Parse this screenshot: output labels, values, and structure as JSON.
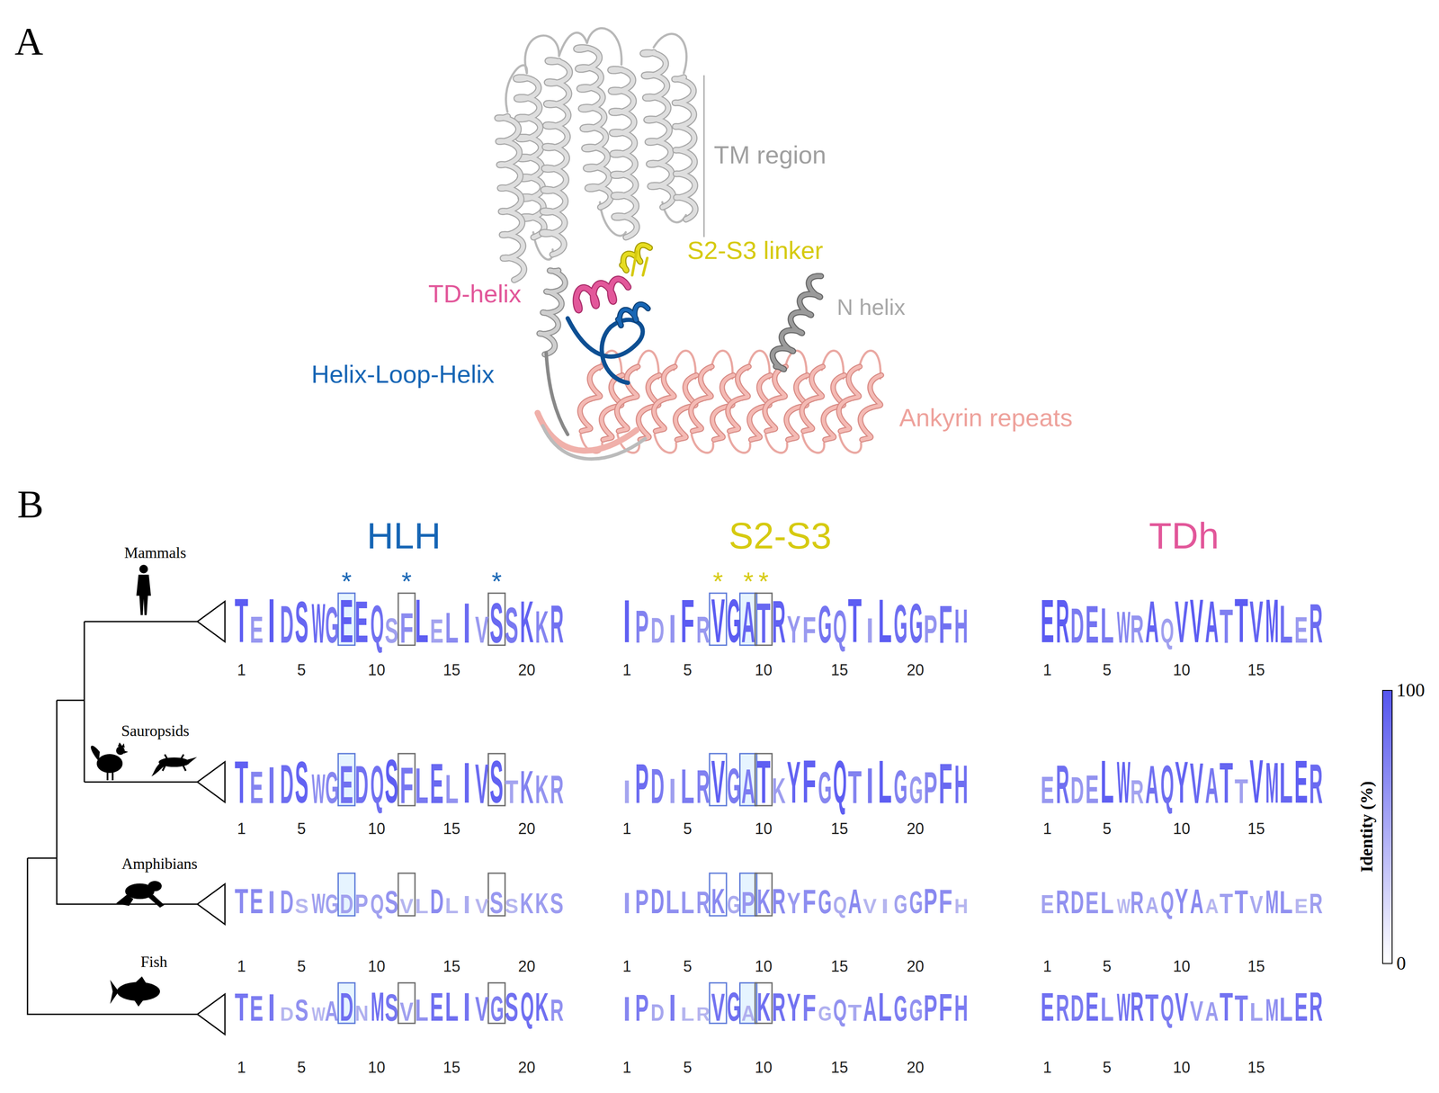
{
  "diagram": {
    "labels": [
      "A",
      "TM region",
      "S2-S3 linker",
      "TD-helix",
      "N helix",
      "Helix-Loop-Helix",
      "Ankyrin repeats",
      "B",
      "Mammals",
      "Sauropsids",
      "Amphibians",
      "Fish",
      "HLH",
      "S2-S3",
      "TDh",
      "*",
      "*",
      "*",
      "*",
      "*",
      "*",
      "TEIDSWGEEQSFLELIVSSKKR",
      "1",
      "5",
      "10",
      "15",
      "20",
      "IPDIFRVGATRYFGQTILGGPFH",
      "1",
      "5",
      "10",
      "15",
      "20",
      "ERDELWRAQVVATTVMLER",
      "1",
      "5",
      "10",
      "15",
      "TEIDSWGEDQSFLELIVSTKKR",
      "1",
      "5",
      "10",
      "15",
      "20",
      "IPDILRVGATKYFGQTILGGPFH",
      "1",
      "5",
      "10",
      "15",
      "20",
      "ERDELWRAQYVATTVMLER",
      "1",
      "5",
      "10",
      "15",
      "TEIDSWGDPQSVLDLIVSSKKS",
      "1",
      "5",
      "10",
      "15",
      "20",
      "IPDLLRKGPKRYFGQAVIGGPFH",
      "1",
      "5",
      "10",
      "15",
      "20",
      "ERDELWRAQYAATTVMLER",
      "1",
      "5",
      "10",
      "15",
      "TEIDSWADNMSVLELIVGSQKR",
      "1",
      "5",
      "10",
      "15",
      "20",
      "IPDILRVGAKRYFGQTALGGPFH",
      "1",
      "5",
      "10",
      "15",
      "20",
      "ERDELWRTQVVATTLMLER",
      "1",
      "5",
      "10",
      "15",
      "100",
      "0",
      "Identity (%)"
    ]
  }
}
